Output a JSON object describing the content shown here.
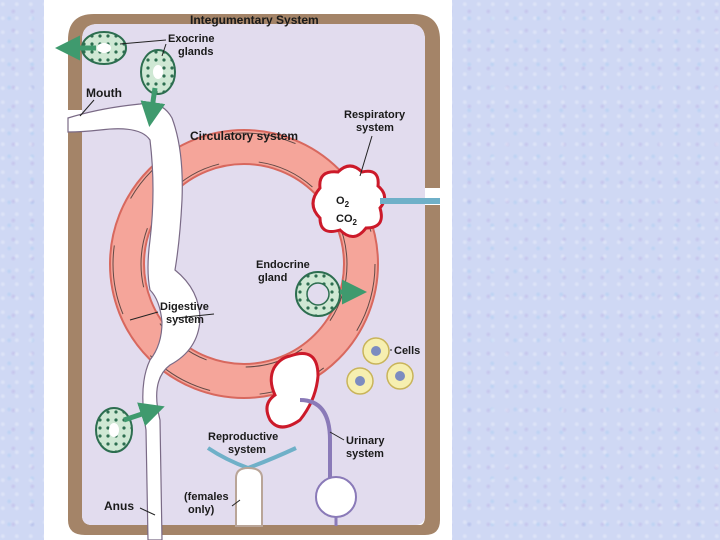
{
  "labels": {
    "integumentary": "Integumentary System",
    "exocrine_line1": "Exocrine",
    "exocrine_line2": "glands",
    "mouth": "Mouth",
    "respiratory_line1": "Respiratory",
    "respiratory_line2": "system",
    "circulatory": "Circulatory system",
    "o2": "O",
    "o2_sub": "2",
    "co2": "CO",
    "co2_sub": "2",
    "endocrine_line1": "Endocrine",
    "endocrine_line2": "gland",
    "digestive_line1": "Digestive",
    "digestive_line2": "system",
    "cells": "Cells",
    "reproductive_line1": "Reproductive",
    "reproductive_line2": "system",
    "urinary_line1": "Urinary",
    "urinary_line2": "system",
    "anus": "Anus",
    "females_line1": "(females",
    "females_line2": "only)"
  },
  "colors": {
    "body_wall": "#a48468",
    "interior": "#e2dcee",
    "circulatory_fill": "#f5a59a",
    "circulatory_stroke": "#d8685e",
    "gland_green": "#3f9a6e",
    "arrow_green": "#3f9a6e",
    "cell_yellow": "#f6efb0",
    "nucleus": "#7c8cc0",
    "kidney_red": "#cc1a2a",
    "urinary_purple": "#8a7ab8",
    "reproductive_blue": "#6fb0c8"
  }
}
